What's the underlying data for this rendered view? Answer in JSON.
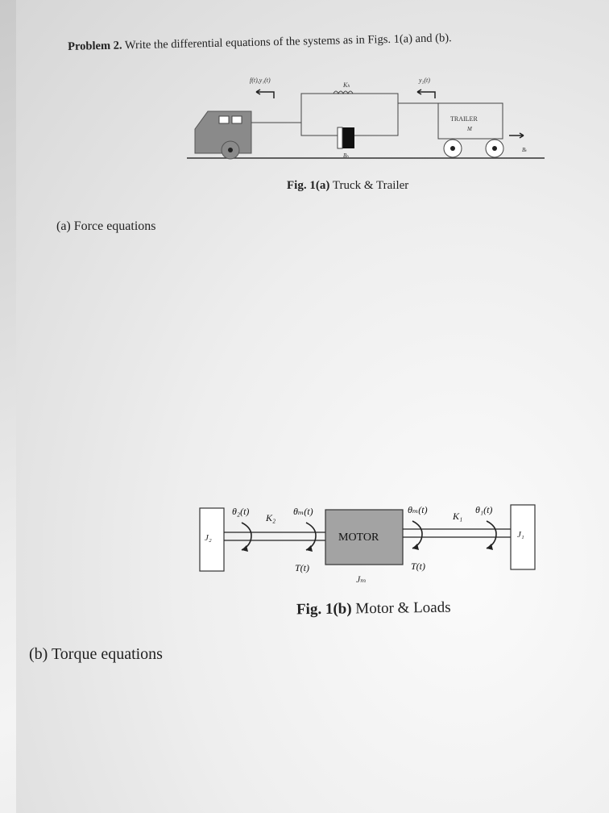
{
  "problem": {
    "label": "Problem 2.",
    "text": "Write the differential equations of the systems as in Figs. 1(a) and (b)."
  },
  "figure_a": {
    "label_force": "f(t),y₁(t)",
    "label_spring": "Kₕ",
    "label_y2": "y₂(t)",
    "label_trailer": "TRAILER",
    "label_mass": "M",
    "label_damper": "Bₕ",
    "label_friction": "Bₜ",
    "caption_bold": "Fig. 1(a)",
    "caption_text": "Truck & Trailer"
  },
  "section_a": "(a) Force equations",
  "figure_b": {
    "label_j2": "J₂",
    "label_theta2": "θ₂(t)",
    "label_k2": "K₂",
    "label_thetam_left": "θₘ(t)",
    "label_motor": "MOTOR",
    "label_thetam_right": "θₘ(t)",
    "label_k1": "K₁",
    "label_theta1": "θ₁(t)",
    "label_j1": "J₁",
    "label_t_left": "T(t)",
    "label_jm": "Jₘ",
    "label_t_right": "T(t)",
    "caption_bold": "Fig. 1(b)",
    "caption_text": "Motor & Loads"
  },
  "section_b": "(b) Torque equations"
}
